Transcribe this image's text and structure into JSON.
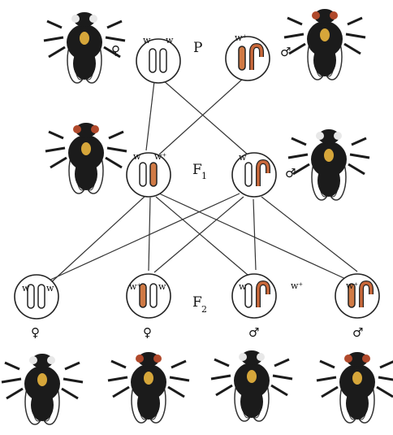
{
  "generation_labels": {
    "p": "P",
    "f1_base": "F",
    "f1_sub": "1",
    "f2_base": "F",
    "f2_sub": "2"
  },
  "alleles": {
    "w": "w",
    "w_plus": "w⁺"
  },
  "sex_symbols": {
    "female": "♀",
    "male": "♂"
  },
  "colors": {
    "white_eye_chromosome": "#ffffff",
    "red_eye_chromosome": "#d07a45",
    "y_chromosome": "#c9683a",
    "outline": "#222222",
    "fly_body": "#1b1b1b",
    "fly_thorax_spot": "#d6a63a",
    "fly_eye_white": "#e8e8e8",
    "fly_eye_red": "#b0492b"
  },
  "cells": [
    {
      "id": "p-female",
      "generation": "P",
      "sex": "female",
      "chromosomes": [
        "X-white",
        "X-white"
      ],
      "labels": [
        "w",
        "w"
      ]
    },
    {
      "id": "p-male",
      "generation": "P",
      "sex": "male",
      "chromosomes": [
        "X-red",
        "Y"
      ],
      "labels": [
        "w⁺"
      ]
    },
    {
      "id": "f1-female",
      "generation": "F1",
      "sex": "female",
      "chromosomes": [
        "X-white",
        "X-red"
      ],
      "labels": [
        "w",
        "w⁺"
      ]
    },
    {
      "id": "f1-male",
      "generation": "F1",
      "sex": "male",
      "chromosomes": [
        "X-white",
        "Y"
      ],
      "labels": [
        "w"
      ]
    },
    {
      "id": "f2-female-1",
      "generation": "F2",
      "sex": "female",
      "chromosomes": [
        "X-white",
        "X-white"
      ],
      "labels": [
        "w",
        "w"
      ]
    },
    {
      "id": "f2-female-2",
      "generation": "F2",
      "sex": "female",
      "chromosomes": [
        "X-red",
        "X-white"
      ],
      "labels": [
        "w⁺",
        "w"
      ]
    },
    {
      "id": "f2-male-1",
      "generation": "F2",
      "sex": "male",
      "chromosomes": [
        "X-white",
        "Y"
      ],
      "labels": [
        "w"
      ]
    },
    {
      "id": "f2-male-2",
      "generation": "F2",
      "sex": "male",
      "chromosomes": [
        "X-red",
        "Y"
      ],
      "labels": [
        "w⁺"
      ]
    }
  ],
  "floating_label": "w⁺"
}
